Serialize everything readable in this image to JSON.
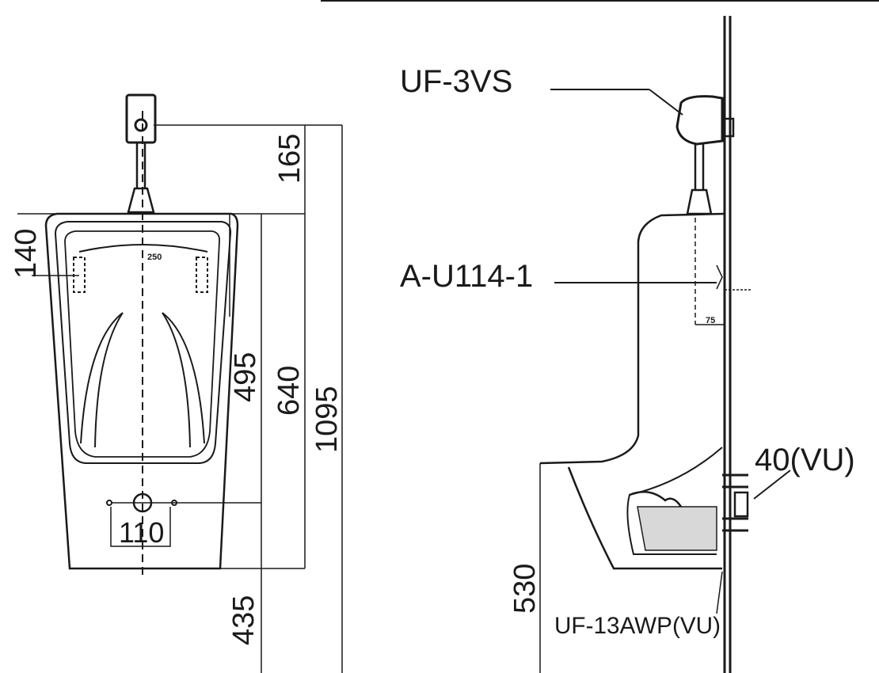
{
  "front_view": {
    "dimensions": {
      "d165": "165",
      "d140": "140",
      "d250": "250",
      "d495": "495",
      "d640": "640",
      "d1095": "1095",
      "d110": "110",
      "d435": "435"
    }
  },
  "side_view": {
    "parts": {
      "flush_valve": "UF-3VS",
      "hanger": "A-U114-1",
      "outlet": "40(VU)",
      "trap": "UF-13AWP(VU)"
    },
    "dimensions": {
      "d75": "75",
      "d530": "530"
    }
  }
}
